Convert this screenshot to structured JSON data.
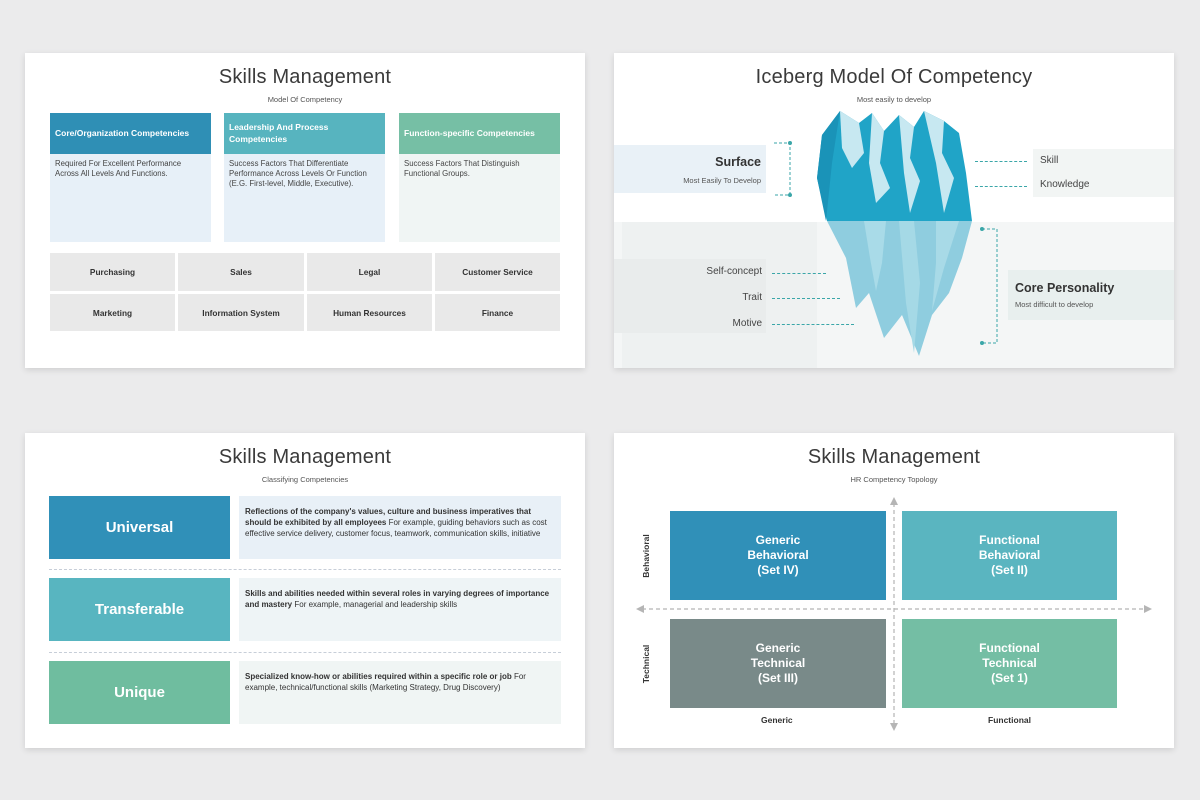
{
  "slide1": {
    "title": "Skills Management",
    "subtitle": "Model Of Competency",
    "columns": [
      {
        "header": "Core/Organization Competencies",
        "text": "Required For Excellent Performance Across All Levels And Functions.",
        "color": "#2f8fb5",
        "bg": "#e7f0f8"
      },
      {
        "header": "Leadership And Process Competencies",
        "text": "Success Factors That Differentiate Performance Across Levels Or Function (E.G. First-level, Middle, Executive).",
        "color": "#57b4bf",
        "bg": "#e7f0f8"
      },
      {
        "header": "Function-specific Competencies",
        "text": "Success Factors That Distinguish Functional Groups.",
        "color": "#76bfa5",
        "bg": "#f0f5f4"
      }
    ],
    "grid": [
      "Purchasing",
      "Sales",
      "Legal",
      "Customer Service",
      "Marketing",
      "Information System",
      "Human Resources",
      "Finance"
    ]
  },
  "slide2": {
    "title": "Iceberg Model Of Competency",
    "subtitle": "Most easily to develop",
    "surface": {
      "title": "Surface",
      "sub": "Most Easily To Develop"
    },
    "top_items": [
      "Skill",
      "Knowledge"
    ],
    "bottom_items": [
      "Self-concept",
      "Trait",
      "Motive"
    ],
    "core": {
      "title": "Core Personality",
      "sub": "Most difficult to develop"
    }
  },
  "slide3": {
    "title": "Skills Management",
    "subtitle": "Classifying Competencies",
    "rows": [
      {
        "label": "Universal",
        "bold": "Reflections of the company's values, culture and business imperatives that should be exhibited by all employees",
        "rest": " For example, guiding behaviors such as cost effective service delivery, customer focus, teamwork, communication skills, initiative",
        "color": "#3090b8",
        "bg": "#e8f0f7"
      },
      {
        "label": "Transferable",
        "bold": "Skills and abilities needed within several roles in varying degrees of importance and mastery",
        "rest": " For example, managerial and leadership skills",
        "color": "#58b5c0",
        "bg": "#eef4f6"
      },
      {
        "label": "Unique",
        "bold": "Specialized know-how or abilities required within a specific role or job",
        "rest": " For example, technical/functional skills (Marketing Strategy, Drug Discovery)",
        "color": "#6fbd9f",
        "bg": "#f0f5f4"
      }
    ]
  },
  "slide4": {
    "title": "Skills Management",
    "subtitle": "HR Competency Topology",
    "quadrants": [
      {
        "lines": [
          "Generic",
          "Behavioral",
          "(Set IV)"
        ],
        "color": "#3090b8"
      },
      {
        "lines": [
          "Functional",
          "Behavioral",
          "(Set II)"
        ],
        "color": "#5ab5c0"
      },
      {
        "lines": [
          "Generic",
          "Technical",
          "(Set III)"
        ],
        "color": "#798a89"
      },
      {
        "lines": [
          "Functional",
          "Technical",
          "(Set 1)"
        ],
        "color": "#74bea4"
      }
    ],
    "y_labels": [
      "Behavioral",
      "Technical"
    ],
    "x_labels": [
      "Generic",
      "Functional"
    ]
  }
}
